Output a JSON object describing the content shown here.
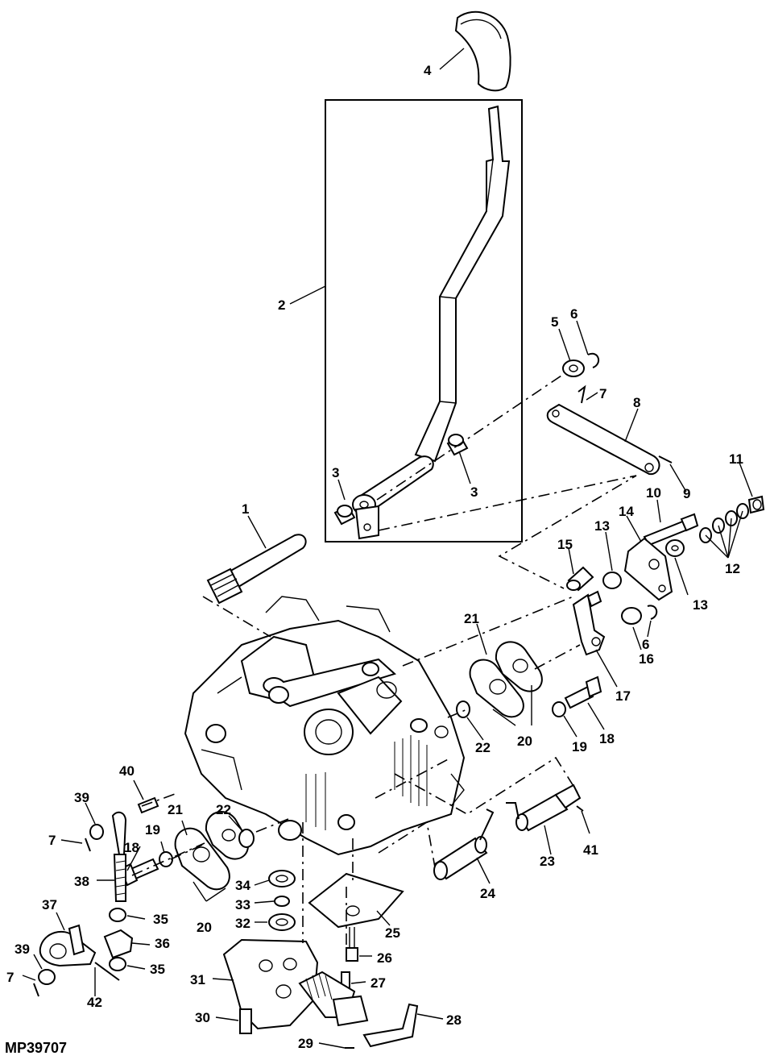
{
  "figure_code": "MP39707",
  "callouts": [
    {
      "id": "c1",
      "text": "1"
    },
    {
      "id": "c2",
      "text": "2"
    },
    {
      "id": "c3a",
      "text": "3"
    },
    {
      "id": "c3b",
      "text": "3"
    },
    {
      "id": "c4",
      "text": "4"
    },
    {
      "id": "c5",
      "text": "5"
    },
    {
      "id": "c6a",
      "text": "6"
    },
    {
      "id": "c6b",
      "text": "6"
    },
    {
      "id": "c7a",
      "text": "7"
    },
    {
      "id": "c7b",
      "text": "7"
    },
    {
      "id": "c7c",
      "text": "7"
    },
    {
      "id": "c8",
      "text": "8"
    },
    {
      "id": "c9",
      "text": "9"
    },
    {
      "id": "c10",
      "text": "10"
    },
    {
      "id": "c11",
      "text": "11"
    },
    {
      "id": "c12",
      "text": "12"
    },
    {
      "id": "c13a",
      "text": "13"
    },
    {
      "id": "c13b",
      "text": "13"
    },
    {
      "id": "c14",
      "text": "14"
    },
    {
      "id": "c15",
      "text": "15"
    },
    {
      "id": "c16",
      "text": "16"
    },
    {
      "id": "c17",
      "text": "17"
    },
    {
      "id": "c18a",
      "text": "18"
    },
    {
      "id": "c18b",
      "text": "18"
    },
    {
      "id": "c19a",
      "text": "19"
    },
    {
      "id": "c19b",
      "text": "19"
    },
    {
      "id": "c20a",
      "text": "20"
    },
    {
      "id": "c20b",
      "text": "20"
    },
    {
      "id": "c21a",
      "text": "21"
    },
    {
      "id": "c21b",
      "text": "21"
    },
    {
      "id": "c22a",
      "text": "22"
    },
    {
      "id": "c22b",
      "text": "22"
    },
    {
      "id": "c23",
      "text": "23"
    },
    {
      "id": "c24",
      "text": "24"
    },
    {
      "id": "c25",
      "text": "25"
    },
    {
      "id": "c26",
      "text": "26"
    },
    {
      "id": "c27",
      "text": "27"
    },
    {
      "id": "c28",
      "text": "28"
    },
    {
      "id": "c29",
      "text": "29"
    },
    {
      "id": "c30",
      "text": "30"
    },
    {
      "id": "c31",
      "text": "31"
    },
    {
      "id": "c32",
      "text": "32"
    },
    {
      "id": "c33",
      "text": "33"
    },
    {
      "id": "c34",
      "text": "34"
    },
    {
      "id": "c35a",
      "text": "35"
    },
    {
      "id": "c35b",
      "text": "35"
    },
    {
      "id": "c36",
      "text": "36"
    },
    {
      "id": "c37",
      "text": "37"
    },
    {
      "id": "c38",
      "text": "38"
    },
    {
      "id": "c39a",
      "text": "39"
    },
    {
      "id": "c39b",
      "text": "39"
    },
    {
      "id": "c40",
      "text": "40"
    },
    {
      "id": "c41",
      "text": "41"
    },
    {
      "id": "c42",
      "text": "42"
    }
  ]
}
